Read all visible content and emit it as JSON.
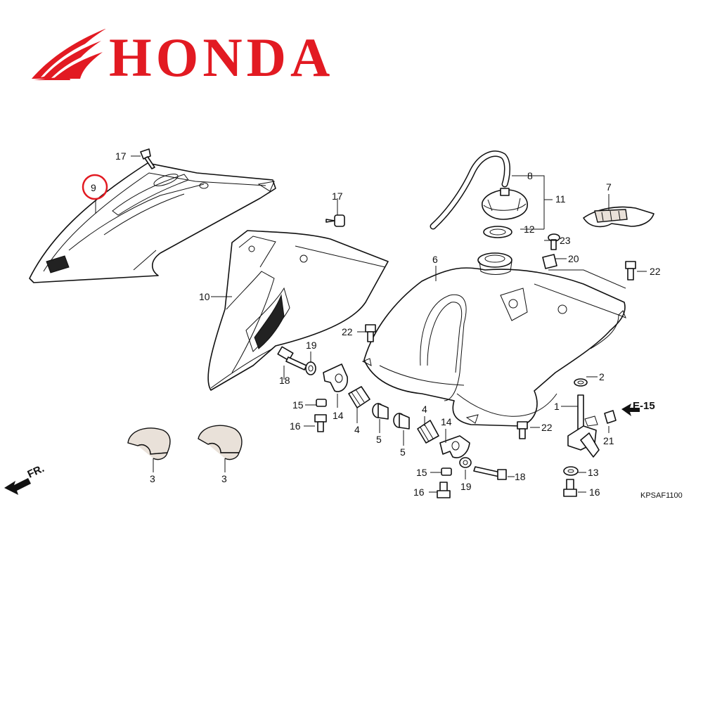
{
  "brand": {
    "name": "HONDA",
    "color": "#e21a22",
    "logo_icon": "honda-wing-icon"
  },
  "diagram": {
    "highlight_color": "#e21a22",
    "highlighted_callout": "9",
    "reference_code": "KPSAF1100",
    "cross_reference": "E-15",
    "direction_label": "FR.",
    "callouts": {
      "c17a": "17",
      "c9": "9",
      "c17b": "17",
      "c10": "10",
      "c8": "8",
      "c11": "11",
      "c12": "12",
      "c7": "7",
      "c23": "23",
      "c20": "20",
      "c22a": "22",
      "c6": "6",
      "c22b": "22",
      "c19a": "19",
      "c18a": "18",
      "c15a": "15",
      "c14a": "14",
      "c16a": "16",
      "c4a": "4",
      "c5a": "5",
      "c5b": "5",
      "c4b": "4",
      "c14b": "14",
      "c2": "2",
      "c1": "1",
      "c22c": "22",
      "c21": "21",
      "c15b": "15",
      "c19b": "19",
      "c18b": "18",
      "c16b": "16",
      "c13": "13",
      "c16c": "16",
      "c3a": "3",
      "c3b": "3"
    }
  }
}
